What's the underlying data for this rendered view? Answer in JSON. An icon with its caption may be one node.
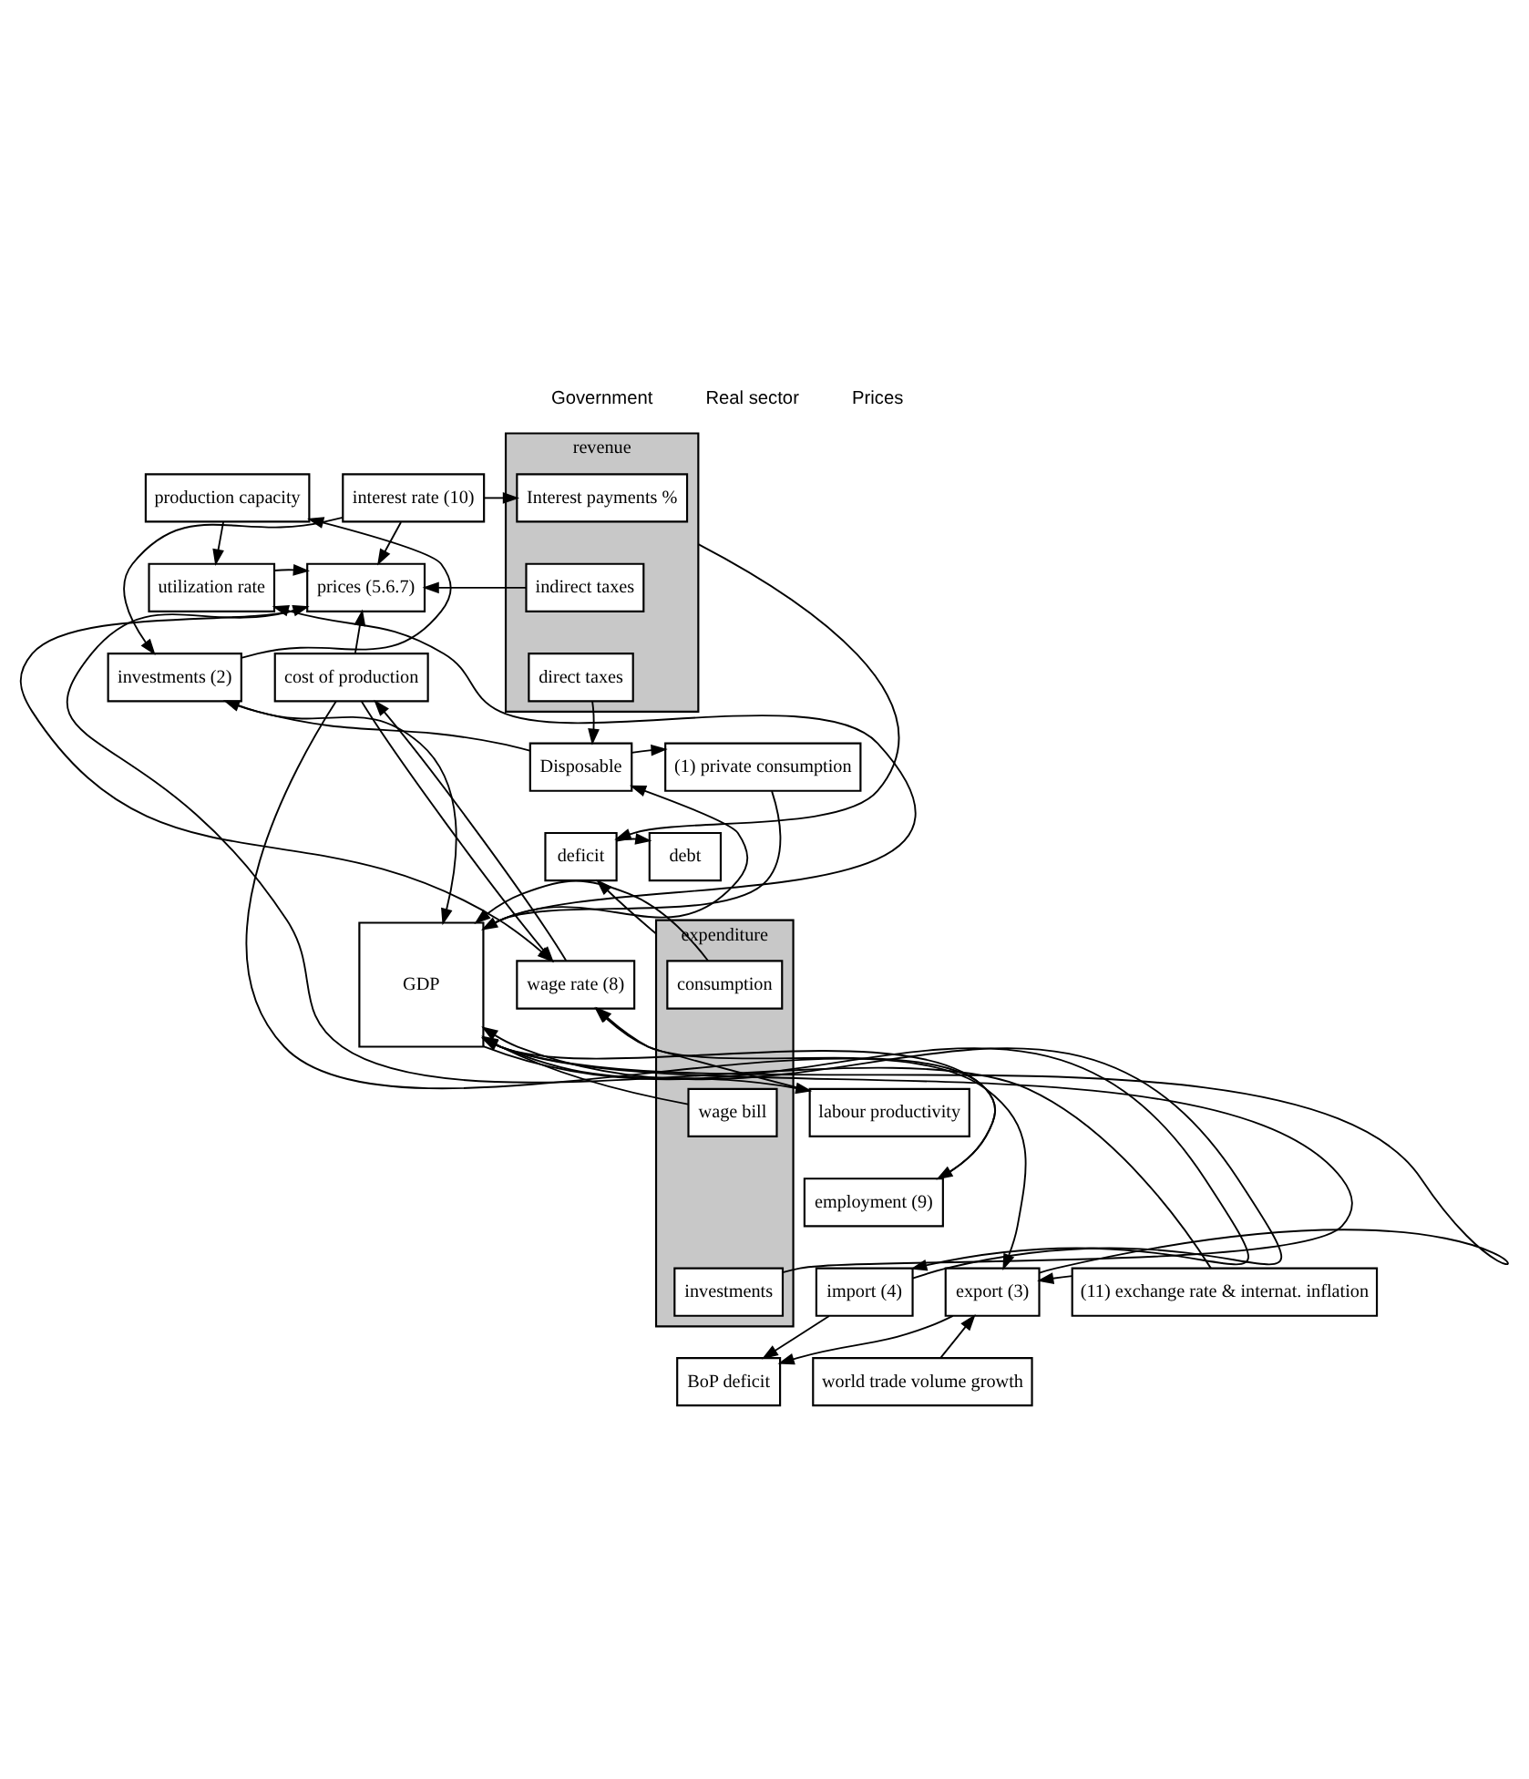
{
  "diagram": {
    "nodes": [
      {
        "text": [
          "revenue"
        ]
      },
      {
        "text": [
          "Interest payments %"
        ],
        "in": 0
      },
      {
        "text": [
          "indirect taxes"
        ],
        "in": 0
      },
      {
        "text": [
          "direct taxes"
        ],
        "in": 0
      },
      {
        "text": [
          "production capacity"
        ]
      },
      {
        "text": [
          "interest rate (10)"
        ]
      },
      {
        "text": [
          "utilization rate"
        ]
      },
      {
        "text": [
          "prices (5.6.7)"
        ]
      },
      {
        "text": [
          "investments (2)"
        ]
      },
      {
        "text": [
          "Disposable"
        ]
      },
      {
        "text": [
          "cost of production"
        ]
      },
      {
        "text": [
          "deficit"
        ]
      },
      {
        "text": [
          "debt"
        ]
      },
      {
        "text": [
          "(1) private consumption"
        ]
      },
      {
        "text": [
          "GDP"
        ]
      },
      {
        "text": [
          "wage rate (8)"
        ]
      },
      {
        "text": [
          "expenditure"
        ]
      },
      {
        "text": [
          "consumption"
        ],
        "in": 16
      },
      {
        "text": [
          "wage bill"
        ],
        "in": 16
      },
      {
        "text": [
          "investments"
        ],
        "in": 16
      },
      {
        "text": [
          "labour productivity"
        ]
      },
      {
        "text": [
          "employment (9)"
        ]
      },
      {
        "text": [
          "import (4)"
        ]
      },
      {
        "text": [
          "export (3)"
        ]
      },
      {
        "text": [
          "(11) exchange rate & internat. inflation"
        ]
      },
      {
        "text": [
          "BoP deficit"
        ]
      },
      {
        "text": [
          "world trade volume growth"
        ]
      }
    ],
    "edges": [
      {
        "from": 5,
        "to": 1,
        "arrow": "to"
      },
      {
        "from": 5,
        "to": 7,
        "arrow": "to"
      },
      {
        "from": 5,
        "to": 8,
        "arrow": "to"
      },
      {
        "from": 4,
        "to": 6,
        "arrow": "to"
      },
      {
        "from": 8,
        "to": 4,
        "arrow": "to"
      },
      {
        "from": 2,
        "to": 7,
        "arrow": "to"
      },
      {
        "from": 6,
        "to": 7,
        "arrow": "to"
      },
      {
        "from": 3,
        "to": 9,
        "arrow": "to"
      },
      {
        "from": 0,
        "to": 11,
        "arrow": "to"
      },
      {
        "from": 11,
        "to": 12,
        "arrow": "to"
      },
      {
        "from": 16,
        "to": 11,
        "arrow": "to"
      },
      {
        "from": 9,
        "to": 8,
        "arrow": "to"
      },
      {
        "from": 9,
        "to": 13,
        "arrow": "to"
      },
      {
        "from": 8,
        "to": 14,
        "arrow": "to"
      },
      {
        "from": 14,
        "to": 9,
        "arrow": "to"
      },
      {
        "from": 14,
        "to": 6,
        "arrow": "to"
      },
      {
        "from": 13,
        "to": 14,
        "arrow": "to"
      },
      {
        "from": 10,
        "to": 7,
        "arrow": "to"
      },
      {
        "from": 15,
        "to": 10,
        "arrow": "to"
      },
      {
        "from": 10,
        "to": 15,
        "arrow": "to"
      },
      {
        "from": 7,
        "to": 15,
        "arrow": "to"
      },
      {
        "from": 24,
        "to": 7,
        "arrow": "to"
      },
      {
        "from": 10,
        "to": 23,
        "arrow": "to"
      },
      {
        "from": 20,
        "to": 15,
        "arrow": "to"
      },
      {
        "from": 21,
        "to": 15,
        "arrow": "to"
      },
      {
        "from": 14,
        "to": 20,
        "arrow": "to"
      },
      {
        "from": 14,
        "to": 21,
        "arrow": "to"
      },
      {
        "from": 17,
        "to": 14,
        "arrow": "to"
      },
      {
        "from": 18,
        "to": 14,
        "arrow": "to"
      },
      {
        "from": 19,
        "to": 14,
        "arrow": "to"
      },
      {
        "from": 22,
        "to": 14,
        "arrow": "to"
      },
      {
        "from": 14,
        "to": 22,
        "arrow": "to"
      },
      {
        "from": 23,
        "to": 14,
        "arrow": "to"
      },
      {
        "from": 26,
        "to": 23,
        "arrow": "to"
      },
      {
        "from": 24,
        "to": 23,
        "arrow": "to"
      },
      {
        "from": 22,
        "to": 25,
        "arrow": "to"
      },
      {
        "from": 23,
        "to": 25,
        "arrow": "to"
      }
    ],
    "labels": [
      "Government",
      "Real sector",
      "Prices"
    ]
  }
}
